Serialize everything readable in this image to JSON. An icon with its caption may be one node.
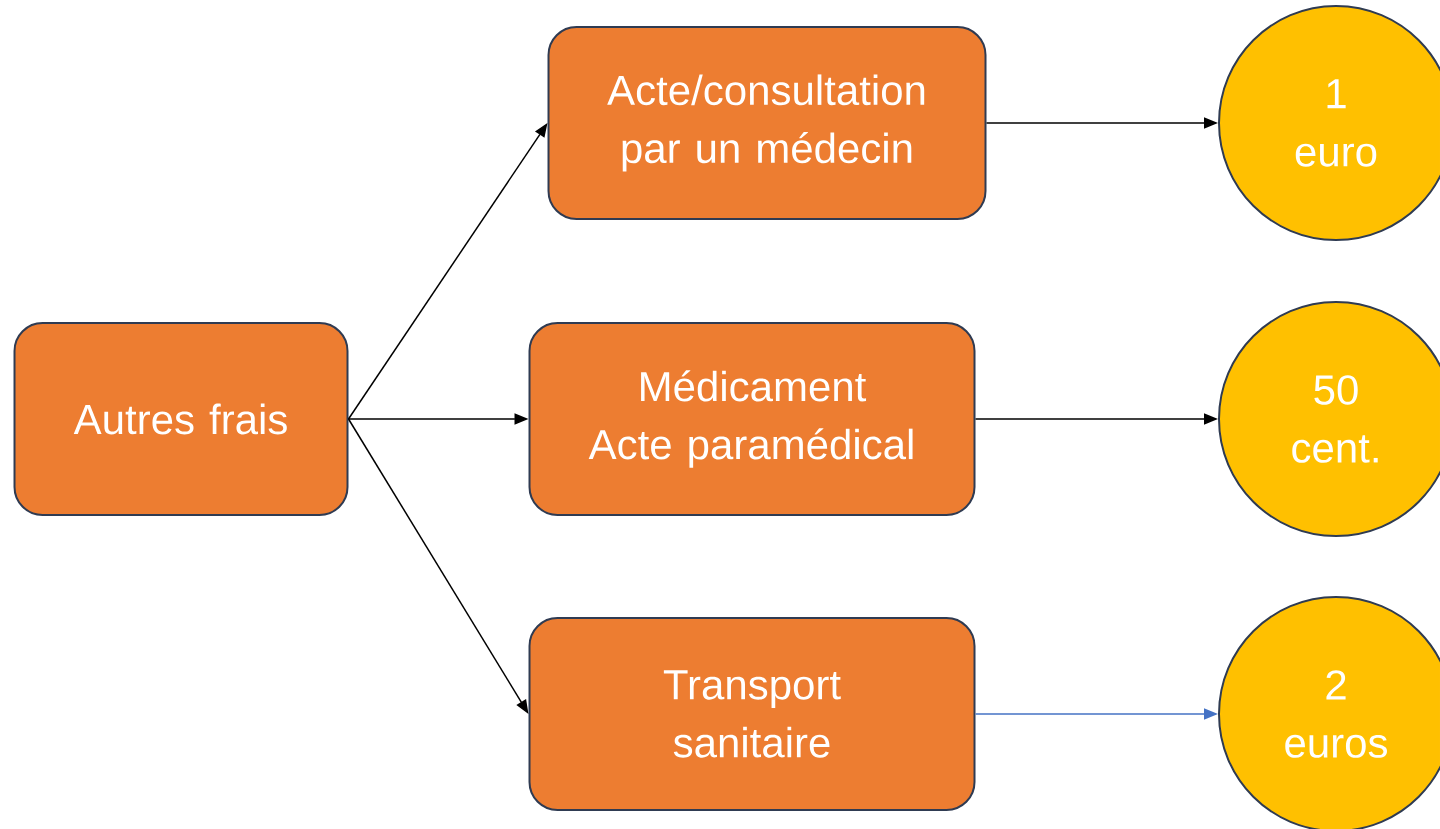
{
  "diagram": {
    "nodes": [
      {
        "text": [
          "Autres frais"
        ]
      },
      {
        "text": [
          "Acte/consultation par un médecin"
        ]
      },
      {
        "text": [
          "Médicament",
          "Acte paramédical"
        ]
      },
      {
        "text": [
          "Transport sanitaire"
        ]
      },
      {
        "text": [
          "1 euro"
        ]
      },
      {
        "text": [
          "50 cent."
        ]
      },
      {
        "text": [
          "2 euros"
        ]
      }
    ],
    "edges": [
      {
        "from": 0,
        "to": 1,
        "arrow": "to"
      },
      {
        "from": 0,
        "to": 2,
        "arrow": "to"
      },
      {
        "from": 0,
        "to": 3,
        "arrow": "to"
      },
      {
        "from": 1,
        "to": 4,
        "arrow": "to"
      },
      {
        "from": 2,
        "to": 5,
        "arrow": "to"
      },
      {
        "from": 3,
        "to": 6,
        "arrow": "to",
        "color": "#4472c4"
      }
    ]
  }
}
